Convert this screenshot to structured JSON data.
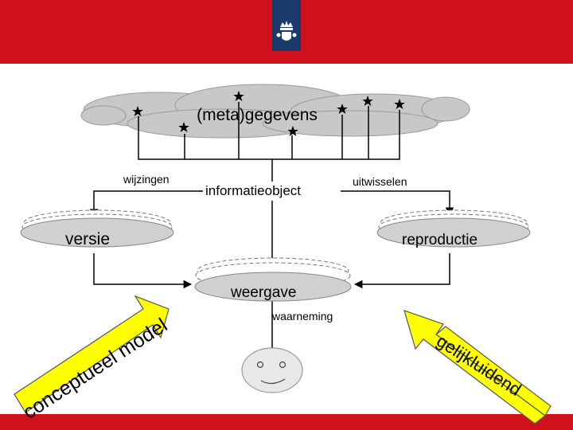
{
  "colors": {
    "banner": "#d0101a",
    "logo_bar": "#1a3a6b",
    "cloud_fill": "#c8c8c8",
    "arrow_fill": "#ffff00",
    "face_fill": "#e8e8e8"
  },
  "logo_icon": "crown-seal-icon",
  "diagram": {
    "cloud_label": "(meta)gegevens",
    "wijzingen": "wijzingen",
    "informatieobject": "informatieobject",
    "uitwisselen": "uitwisselen",
    "versie": "versie",
    "reproductie": "reproductie",
    "weergave": "weergave",
    "waarneming": "waarneming",
    "conceptueel_model": "conceptueel model",
    "gelijkluidend": "gelijkluidend"
  }
}
